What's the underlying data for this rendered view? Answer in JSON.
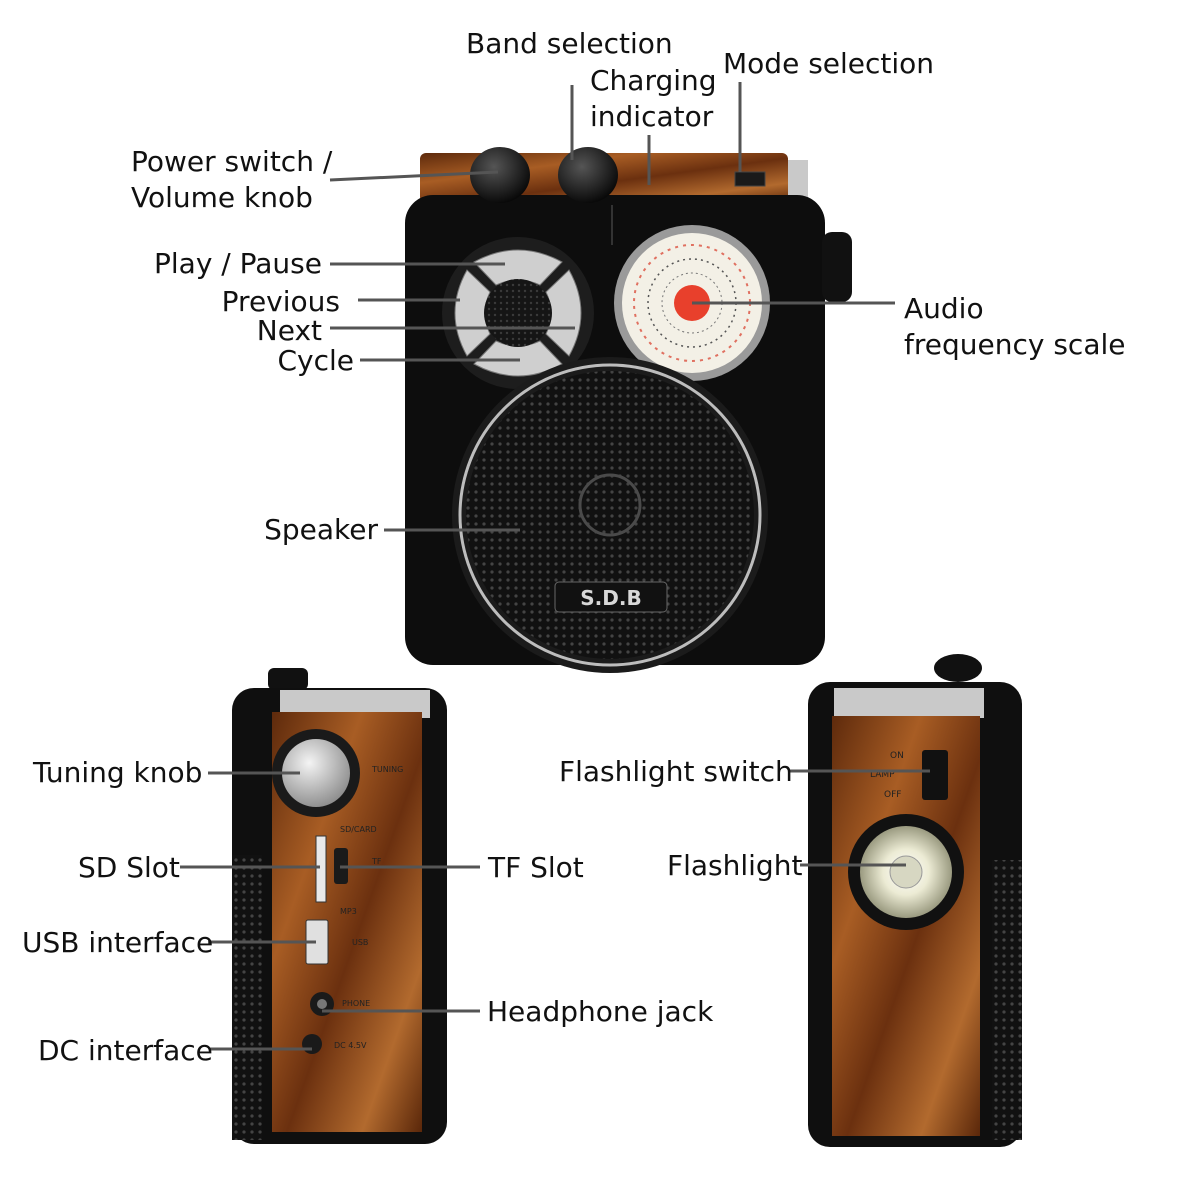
{
  "brand": "S.D.B",
  "labels": {
    "band_selection": "Band selection",
    "charging_indicator_1": "Charging",
    "charging_indicator_2": "indicator",
    "mode_selection": "Mode selection",
    "power_switch_1": "Power switch /",
    "power_switch_2": "Volume knob",
    "play_pause": "Play / Pause",
    "previous": "Previous",
    "next": "Next",
    "cycle": "Cycle",
    "audio_scale_1": "Audio",
    "audio_scale_2": "frequency scale",
    "speaker": "Speaker",
    "tuning_knob": "Tuning knob",
    "sd_slot": "SD Slot",
    "tf_slot": "TF Slot",
    "usb_interface": "USB interface",
    "headphone_jack": "Headphone jack",
    "dc_interface": "DC interface",
    "flashlight_switch": "Flashlight switch",
    "flashlight": "Flashlight"
  },
  "panel_text": {
    "tuning": "TUNING",
    "card": "SD/CARD",
    "tf": "TF",
    "mp3": "MP3",
    "usb": "USB",
    "phone": "PHONE",
    "dc": "DC 4.5V",
    "on": "ON",
    "lamp": "LAMP",
    "off": "OFF"
  },
  "colors": {
    "body": "#0d0d0d",
    "wood": "#7a3a12",
    "wood_light": "#b0652a",
    "chrome": "#c9c9c9",
    "dial_red": "#e8402c"
  }
}
